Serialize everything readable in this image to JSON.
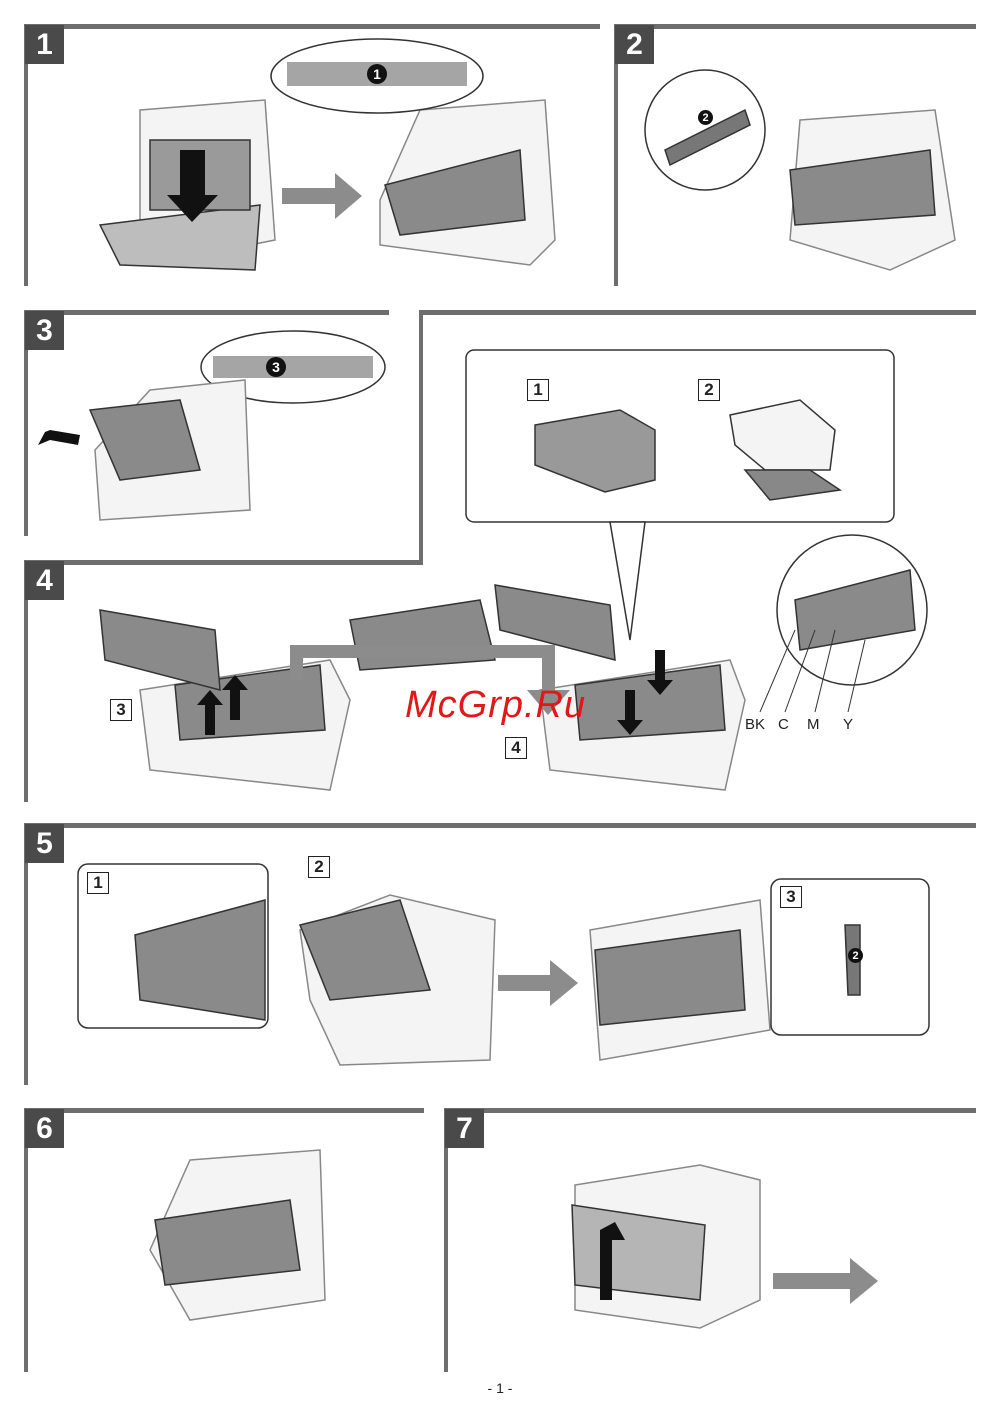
{
  "steps": [
    {
      "number": "1"
    },
    {
      "number": "2"
    },
    {
      "number": "3"
    },
    {
      "number": "4"
    },
    {
      "number": "5"
    },
    {
      "number": "6"
    },
    {
      "number": "7"
    }
  ],
  "callouts": {
    "step1": "1",
    "step2": "2",
    "step3": "3",
    "step5": "2"
  },
  "step4_substeps": [
    "1",
    "2",
    "3",
    "4"
  ],
  "step5_substeps": [
    "1",
    "2",
    "3"
  ],
  "toner_labels": [
    "BK",
    "C",
    "M",
    "Y"
  ],
  "watermark": "McGrp.Ru",
  "page_number": "- 1 -"
}
